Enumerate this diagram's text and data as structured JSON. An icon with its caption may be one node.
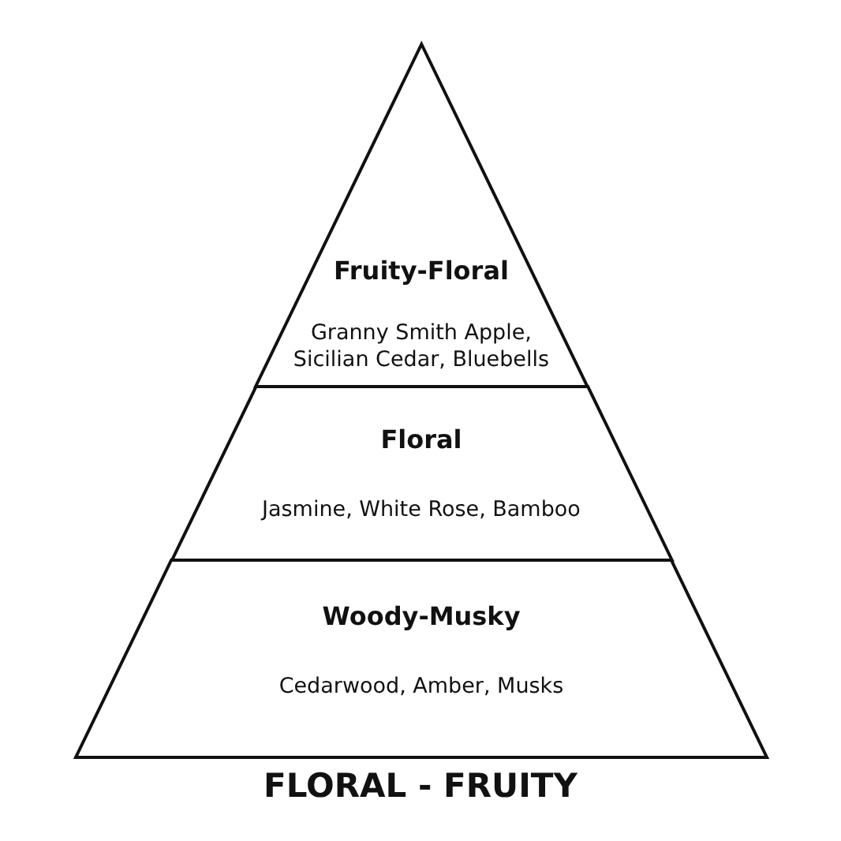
{
  "diagram": {
    "caption": "FLORAL - FRUITY",
    "nodes": [
      {
        "text": [
          "Fruity-Floral",
          "Granny Smith Apple, Sicilian Cedar, Bluebells"
        ]
      },
      {
        "text": [
          "Floral",
          "Jasmine, White Rose, Bamboo"
        ]
      },
      {
        "text": [
          "Woody-Musky",
          "Cedarwood, Amber, Musks"
        ]
      }
    ],
    "edges": []
  }
}
